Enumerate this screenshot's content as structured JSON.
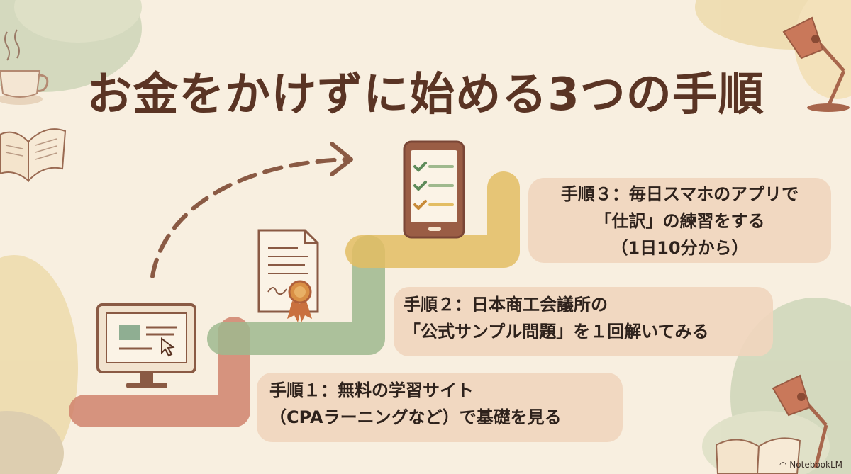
{
  "title": "お金をかけずに始める3つの手順",
  "steps": [
    {
      "lines": [
        "手順１：無料の学習サイト",
        "（CPAラーニングなど）で基礎を見る"
      ]
    },
    {
      "lines": [
        "手順２：日本商工会議所の",
        "「公式サンプル問題」を１回解いてみる"
      ]
    },
    {
      "lines": [
        "手順３：毎日スマホのアプリで",
        "「仕訳」の練習をする",
        "（1日10分から）"
      ]
    }
  ],
  "watermark": "NotebookLM",
  "icons": {
    "computer": "computer-monitor-icon",
    "certificate": "certificate-icon",
    "phone": "smartphone-checklist-icon",
    "arrow": "dashed-arrow-icon",
    "coffee": "coffee-cup-icon",
    "book": "open-book-icon",
    "lamp": "desk-lamp-icon"
  },
  "colors": {
    "background": "#f8efe0",
    "title": "#5a3424",
    "step_box": "#f0d6be",
    "path_red": "#d0836c",
    "path_green": "#9fb98e",
    "path_yellow": "#e3bd63",
    "icon_brown": "#8a5a44"
  }
}
